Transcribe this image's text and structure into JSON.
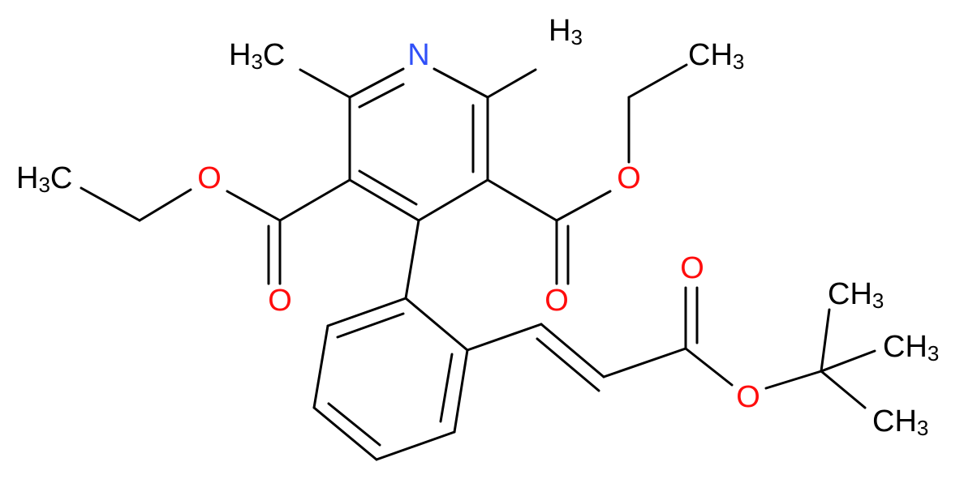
{
  "colors": {
    "bond": "#000000",
    "carbon_label": "#000000",
    "nitrogen": "#3050f8",
    "oxygen": "#ff0d0d"
  },
  "labels": {
    "n": "N",
    "o_ester_left": "O",
    "o_carbonyl_left": "O",
    "o_ester_right": "O",
    "o_carbonyl_right": "O",
    "o_carbonyl_acrylate": "O",
    "o_ester_acrylate": "O",
    "ch3_2methyl": "H3C",
    "ch3_6methyl": "H3",
    "ch3_ethyl_left": "H3C",
    "ch3_ethyl_right": "CH3",
    "ch3_tbu_top": "CH3",
    "ch3_tbu_mid": "CH3",
    "ch3_tbu_bottom": "CH3"
  }
}
